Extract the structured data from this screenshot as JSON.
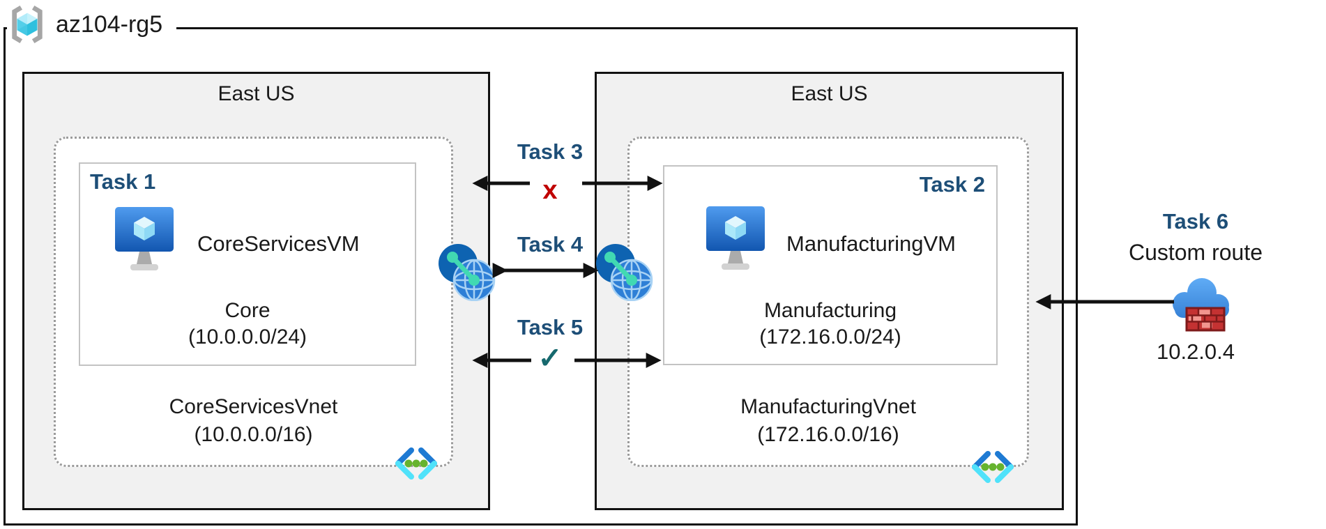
{
  "resource_group": {
    "label": "az104-rg5"
  },
  "regions": {
    "left": {
      "title": "East US",
      "task": "Task 1",
      "vm": "CoreServicesVM",
      "subnet_name": "Core",
      "subnet_cidr": "(10.0.0.0/24)",
      "vnet_name": "CoreServicesVnet",
      "vnet_cidr": "(10.0.0.0/16)"
    },
    "right": {
      "title": "East US",
      "task": "Task 2",
      "vm": "ManufacturingVM",
      "subnet_name": "Manufacturing",
      "subnet_cidr": "(172.16.0.0/24)",
      "vnet_name": "ManufacturingVnet",
      "vnet_cidr": "(172.16.0.0/16)"
    }
  },
  "connections": {
    "task3": {
      "label": "Task 3",
      "mark": "x"
    },
    "task4": {
      "label": "Task 4"
    },
    "task5": {
      "label": "Task 5",
      "mark": "✓"
    }
  },
  "custom_route": {
    "label": "Task 6",
    "title": "Custom route",
    "ip": "10.2.0.4"
  },
  "icons": {
    "resource_group": "resource-group-icon",
    "vm": "virtual-machine-icon",
    "vnet": "virtual-network-icon",
    "peering": "vnet-peering-icon",
    "custom_route": "firewall-cloud-icon"
  },
  "colors": {
    "task_label": "#1d4e77",
    "blocked_mark": "#c00000",
    "allowed_mark": "#16696e",
    "region_fill": "#f1f1f1",
    "border": "#111111",
    "dotted_border": "#9b9b9b"
  }
}
